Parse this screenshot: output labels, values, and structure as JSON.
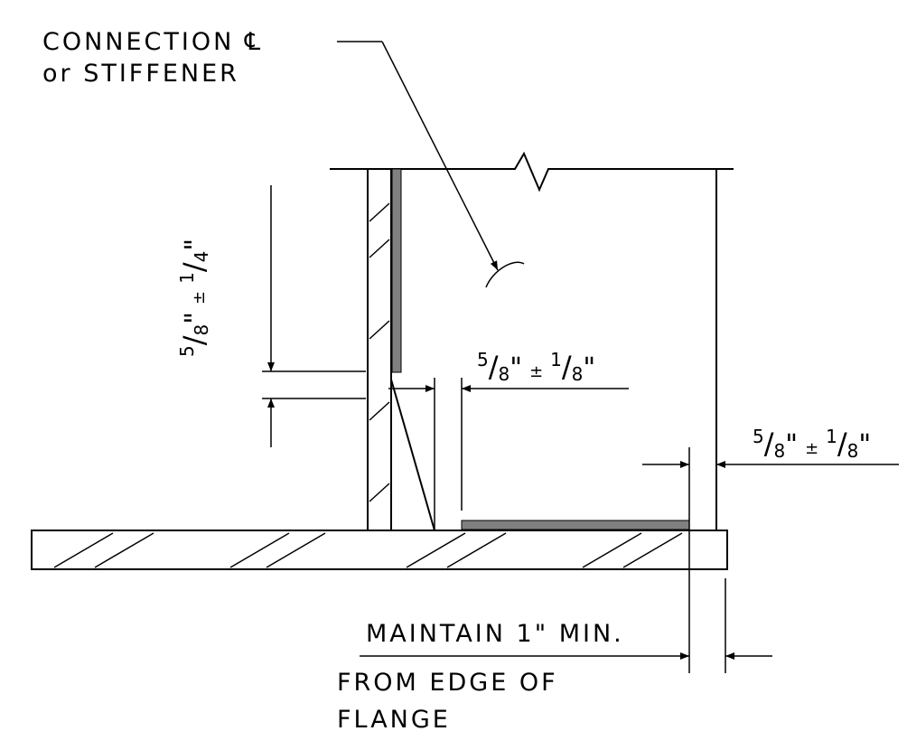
{
  "labels": {
    "connection_line1": "CONNECTION ℄",
    "connection_line2": "or STIFFENER",
    "maintain_line1": "MAINTAIN 1\" MIN.",
    "maintain_line2": "FROM EDGE OF",
    "maintain_line3": "FLANGE"
  },
  "dimensions": {
    "vertical_gap": {
      "whole": "",
      "num": "5",
      "den": "8",
      "unit": "\"",
      "pm": "±",
      "tol_num": "1",
      "tol_den": "4",
      "tol_unit": "\""
    },
    "horizontal_gap": {
      "num": "5",
      "den": "8",
      "unit": "\"",
      "pm": "±",
      "tol_num": "1",
      "tol_den": "8",
      "tol_unit": "\""
    },
    "edge_gap": {
      "num": "5",
      "den": "8",
      "unit": "\"",
      "pm": "±",
      "tol_num": "1",
      "tol_den": "8",
      "tol_unit": "\""
    }
  },
  "colors": {
    "line": "#000000",
    "weld": "#808080",
    "background": "#ffffff"
  }
}
